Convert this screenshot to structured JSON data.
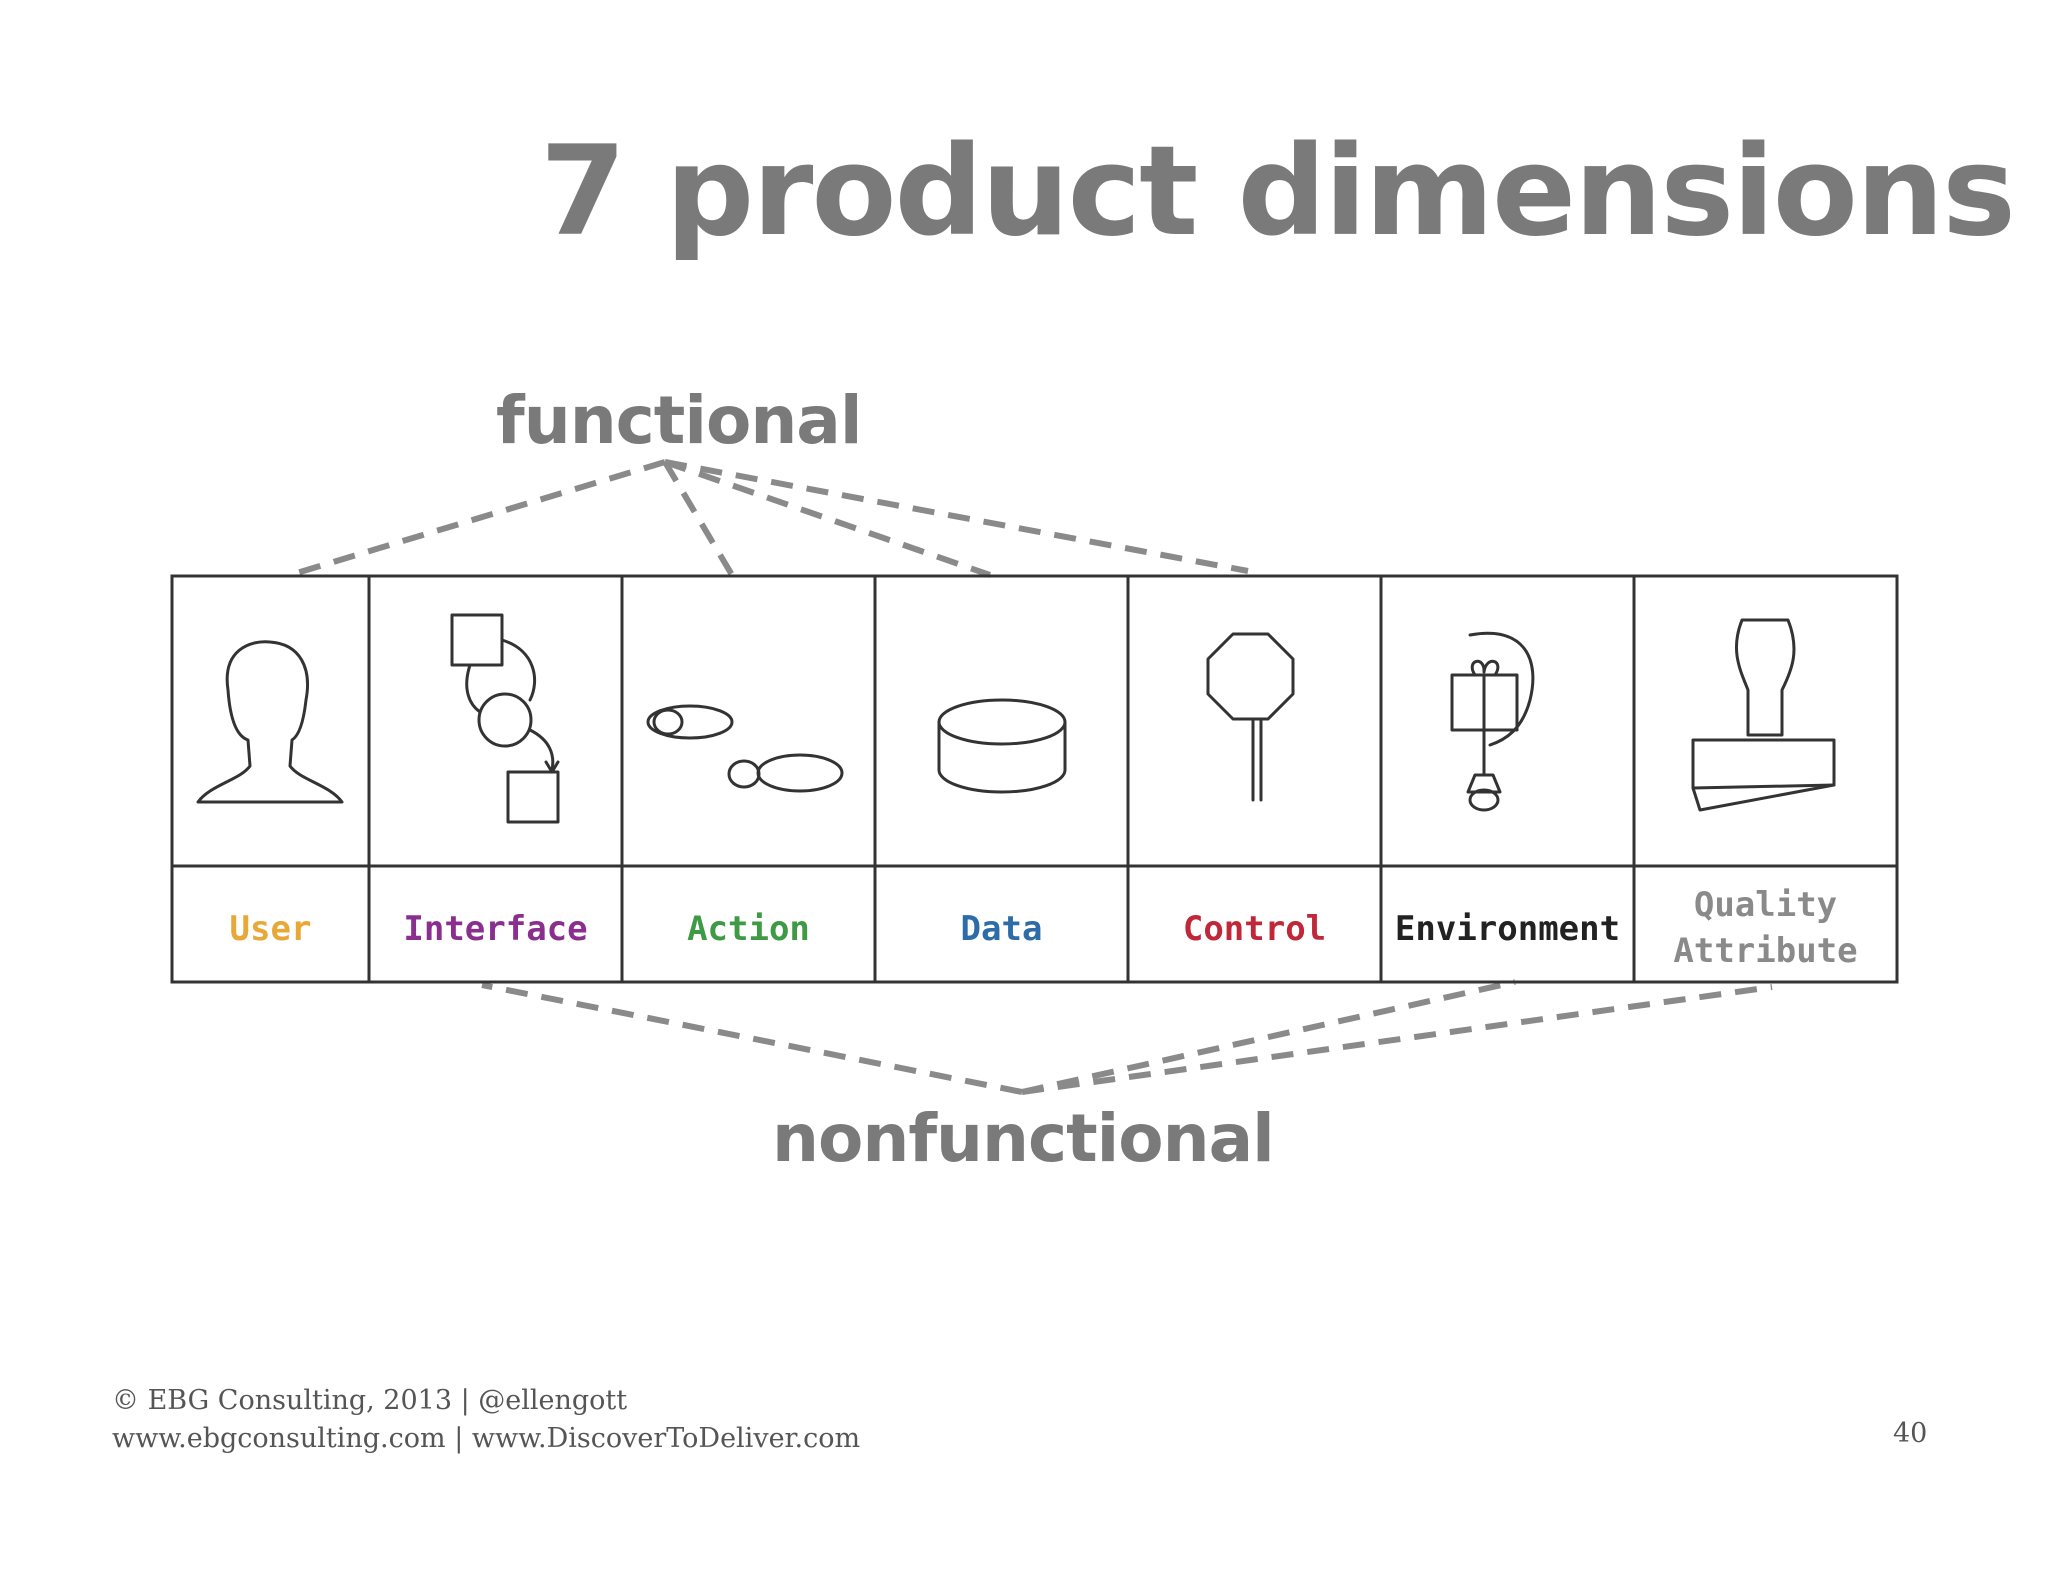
{
  "slide": {
    "title": "7 product dimensions",
    "functional_label": "functional",
    "nonfunctional_label": "nonfunctional",
    "page_number": "40"
  },
  "dimensions": [
    {
      "label": "User",
      "color": "#e8a838",
      "icon": "head-silhouette-icon",
      "group": "functional"
    },
    {
      "label": "Interface",
      "color": "#8b2f8f",
      "icon": "flow-shapes-icon",
      "group": "nonfunctional"
    },
    {
      "label": "Action",
      "color": "#3e9a45",
      "icon": "footprints-icon",
      "group": "functional"
    },
    {
      "label": "Data",
      "color": "#2d6ca8",
      "icon": "database-cylinder-icon",
      "group": "functional"
    },
    {
      "label": "Control",
      "color": "#c0283a",
      "icon": "stop-sign-icon",
      "group": "functional"
    },
    {
      "label": "Environment",
      "color": "#222222",
      "icon": "gift-clamp-icon",
      "group": "nonfunctional"
    },
    {
      "label": "Quality",
      "label_line2": "Attribute",
      "color": "#8a8a8a",
      "icon": "rubber-stamp-icon",
      "group": "nonfunctional"
    }
  ],
  "footer": {
    "line1": "© EBG Consulting, 2013  | @ellengott",
    "line2": "www.ebgconsulting.com | www.DiscoverToDeliver.com"
  }
}
